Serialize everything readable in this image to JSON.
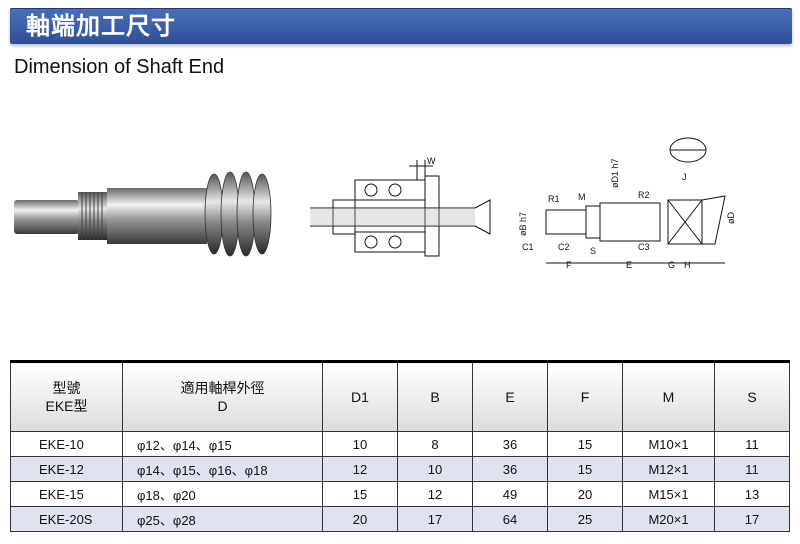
{
  "header": {
    "title": "軸端加工尺寸",
    "subtitle": "Dimension of Shaft End"
  },
  "drawing_labels": {
    "w": "W",
    "r1": "R1",
    "m": "M",
    "d1h7": "øD1 h7",
    "r2": "R2",
    "j": "J",
    "d": "øD",
    "b8h7": "øB h7",
    "c1": "C1",
    "c2": "C2",
    "s": "S",
    "c3": "C3",
    "f": "F",
    "e": "E",
    "g": "G",
    "h": "H"
  },
  "table": {
    "headers": {
      "model_line1": "型號",
      "model_line2": "EKE型",
      "dia_line1": "適用軸桿外徑",
      "dia_line2": "D",
      "d1": "D1",
      "b": "B",
      "e": "E",
      "f": "F",
      "m": "M",
      "s": "S"
    },
    "rows": [
      {
        "model": "EKE-10",
        "dia": "φ12、φ14、φ15",
        "d1": "10",
        "b": "8",
        "e": "36",
        "f": "15",
        "m": "M10×1",
        "s": "11"
      },
      {
        "model": "EKE-12",
        "dia": "φ14、φ15、φ16、φ18",
        "d1": "12",
        "b": "10",
        "e": "36",
        "f": "15",
        "m": "M12×1",
        "s": "11"
      },
      {
        "model": "EKE-15",
        "dia": "φ18、φ20",
        "d1": "15",
        "b": "12",
        "e": "49",
        "f": "20",
        "m": "M15×1",
        "s": "13"
      },
      {
        "model": "EKE-20S",
        "dia": "φ25、φ28",
        "d1": "20",
        "b": "17",
        "e": "64",
        "f": "25",
        "m": "M20×1",
        "s": "17"
      }
    ]
  },
  "colors": {
    "title_bar": "#3a5ca8",
    "alt_row": "#dfe3ef"
  }
}
